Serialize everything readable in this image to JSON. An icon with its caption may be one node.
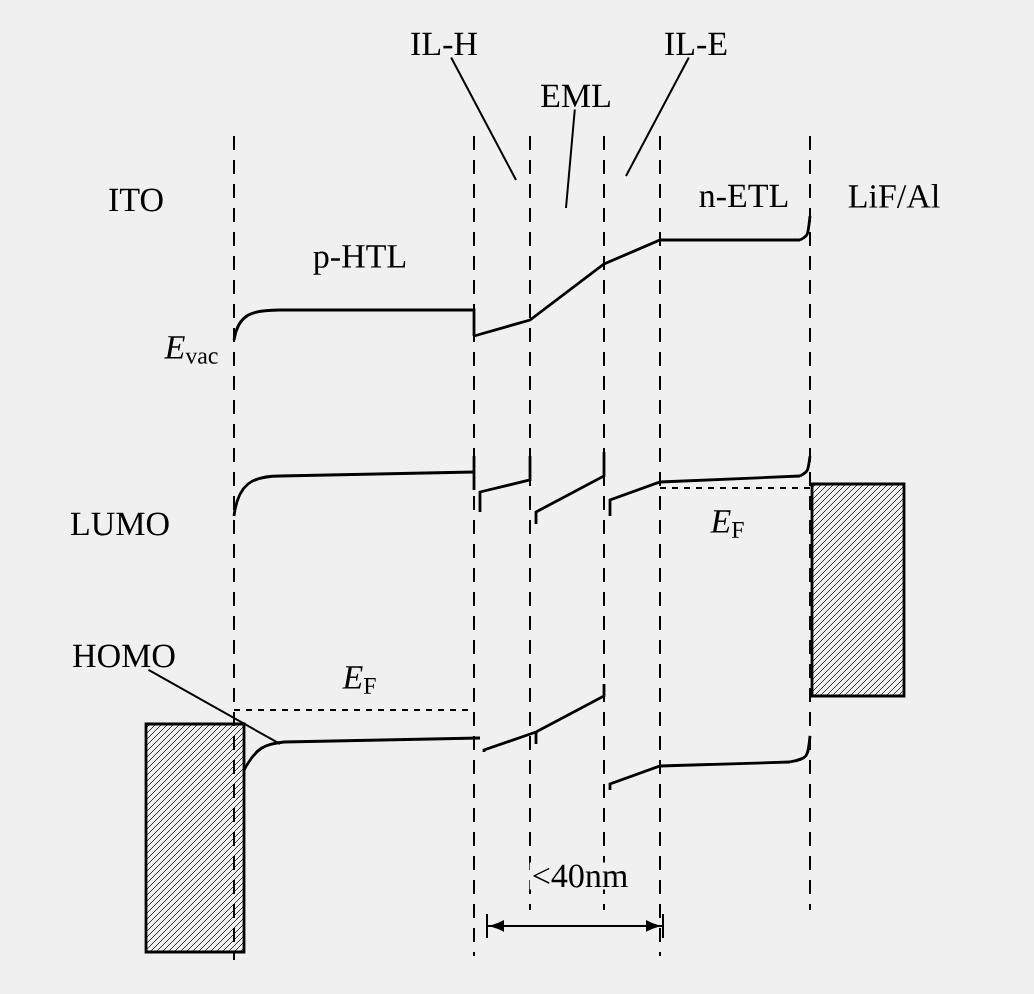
{
  "diagram": {
    "nodes": [
      {
        "text": [
          "IL-H"
        ]
      },
      {
        "text": [
          "EML"
        ]
      },
      {
        "text": [
          "IL-E"
        ]
      },
      {
        "text": [
          "HOMO"
        ]
      }
    ],
    "edges": [
      {
        "from": 0,
        "to": null,
        "arrow": "none"
      },
      {
        "from": 1,
        "to": null,
        "arrow": "none"
      },
      {
        "from": 2,
        "to": null,
        "arrow": "none"
      },
      {
        "from": 3,
        "to": null,
        "arrow": "none"
      }
    ],
    "labels": [
      "ITO",
      "n-ETL",
      "LiF/Al",
      "p-HTL",
      "*E*$_{vac}$",
      "LUMO",
      "*E*$_{F}$",
      "*E*$_{F}$",
      "<40nm"
    ]
  }
}
